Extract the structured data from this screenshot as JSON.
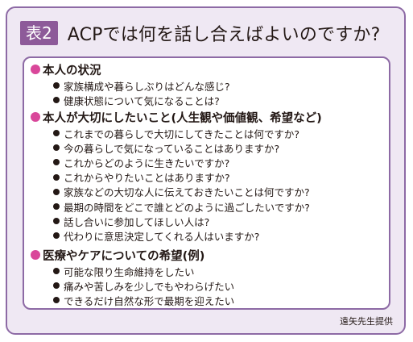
{
  "header": {
    "badge": "表2",
    "title": "ACPでは何を話し合えばよいのですか?"
  },
  "sections": [
    {
      "heading": "本人の状況",
      "items": [
        "家族構成や暮らしぶりはどんな感じ?",
        "健康状態について気になることは?"
      ]
    },
    {
      "heading": "本人が大切にしたいこと(人生観や価値観、希望など)",
      "items": [
        "これまでの暮らしで大切にしてきたことは何ですか?",
        "今の暮らしで気になっていることはありますか?",
        "これからどのように生きたいですか?",
        "これからやりたいことはありますか?",
        "家族などの大切な人に伝えておきたいことは何ですか?",
        "最期の時間をどこで誰とどのように過ごしたいですか?",
        "話し合いに参加してほしい人は?",
        "代わりに意思決定してくれる人はいますか?"
      ]
    },
    {
      "heading": "医療やケアについての希望(例)",
      "items": [
        "可能な限り生命維持をしたい",
        "痛みや苦しみを少しでもやわらげたい",
        "できるだけ自然な形で最期を迎えたい"
      ]
    }
  ],
  "credit": "遠矢先生提供",
  "colors": {
    "frame": "#8d6aa5",
    "background": "#efe8f3",
    "badge": "#8d5a99",
    "section_dot": "#d9479a"
  }
}
